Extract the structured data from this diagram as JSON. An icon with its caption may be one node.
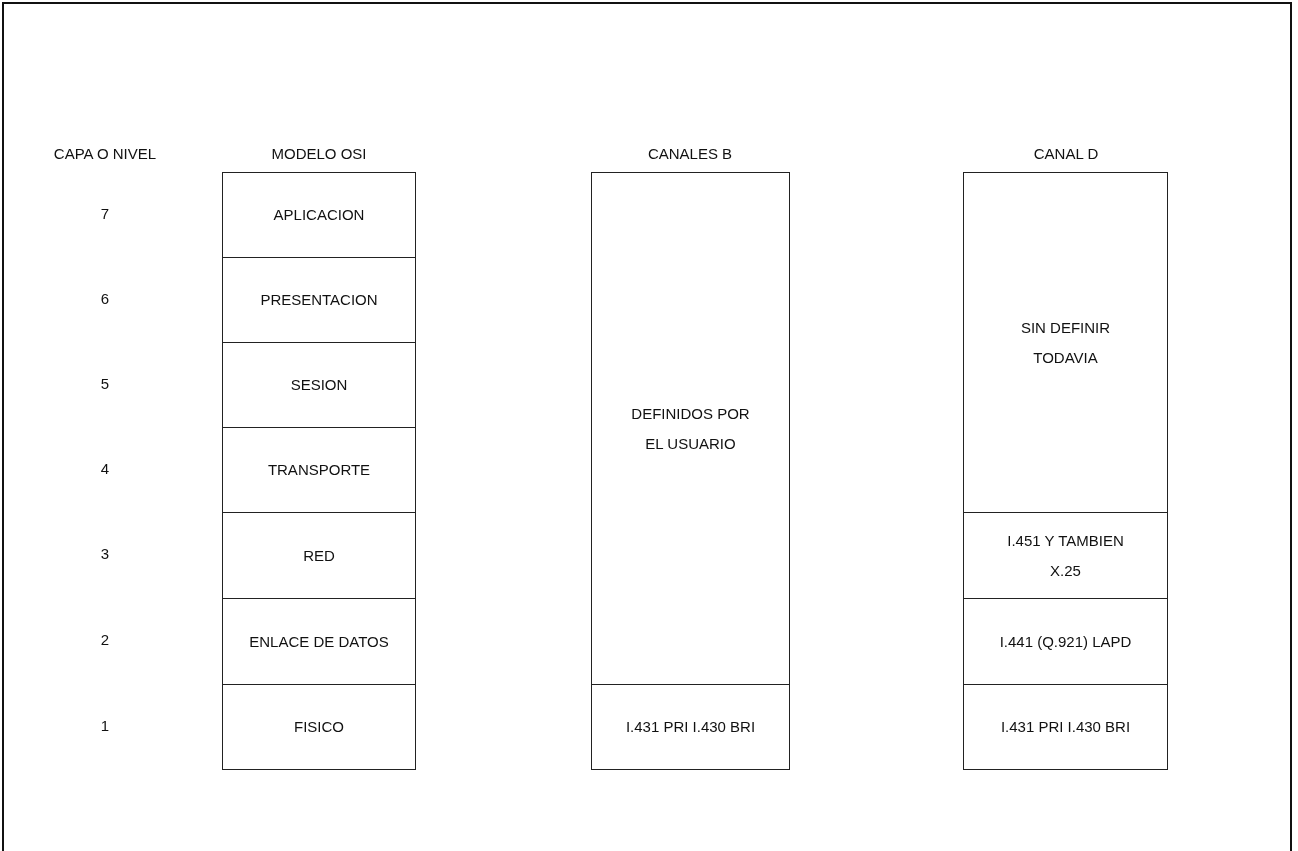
{
  "diagram": {
    "nodes": [
      {
        "text": [
          "APLICACION"
        ]
      },
      {
        "text": [
          "PRESENTACION"
        ]
      },
      {
        "text": [
          "SESION"
        ]
      },
      {
        "text": [
          "TRANSPORTE"
        ]
      },
      {
        "text": [
          "RED"
        ]
      },
      {
        "text": [
          "ENLACE DE DATOS"
        ]
      },
      {
        "text": [
          "FISICO"
        ]
      },
      {
        "text": [
          "DEFINIDOS POR EL USUARIO"
        ]
      },
      {
        "text": [
          "I.431 PRI I.430 BRI"
        ]
      },
      {
        "text": [
          "SIN DEFINIR TODAVIA"
        ]
      },
      {
        "text": [
          "I.451 Y TAMBIEN X.25"
        ]
      },
      {
        "text": [
          "I.441 (Q.921) LAPD"
        ]
      },
      {
        "text": [
          "I.431 PRI I.430 BRI"
        ]
      }
    ],
    "edges": [],
    "labels": [
      "CAPA O NIVEL",
      "MODELO OSI",
      "CANALES B",
      "CANAL D",
      "7",
      "6",
      "5",
      "4",
      "3",
      "2",
      "1"
    ]
  }
}
